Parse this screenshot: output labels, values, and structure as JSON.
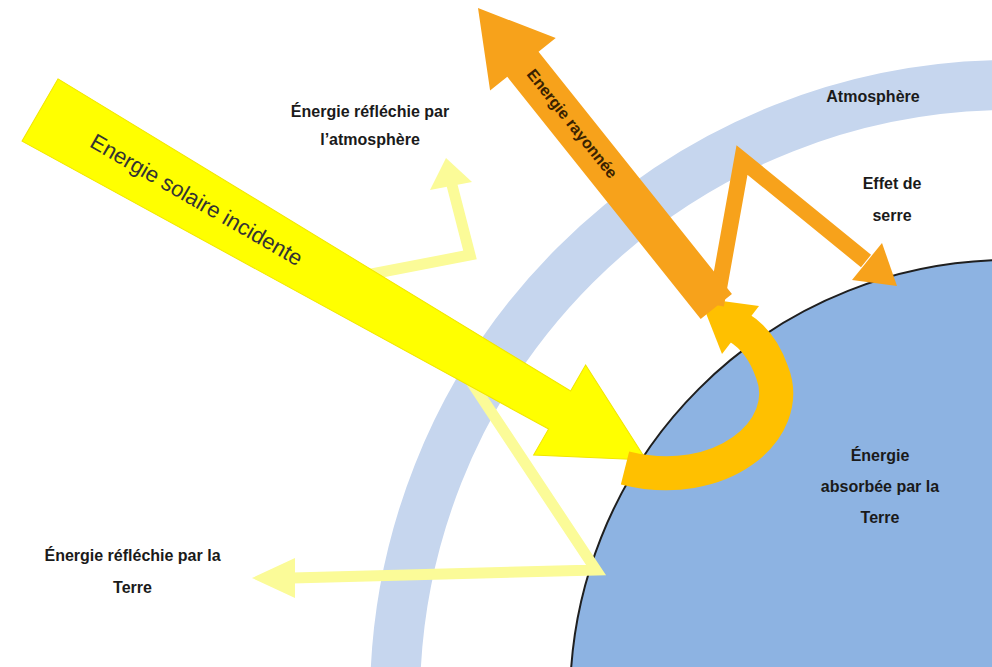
{
  "diagram": {
    "nodes": [
      {
        "text": [
          "Atmosphère"
        ]
      },
      {
        "text": [
          "Énergie absorbée par la Terre"
        ],
        "in": 0
      }
    ],
    "labels": [
      "Énergie réfléchie par l’atmosphère",
      "Energie solaire incidente",
      "Energie rayonnée",
      "Effet de serre",
      "Énergie réfléchie par la Terre"
    ]
  }
}
